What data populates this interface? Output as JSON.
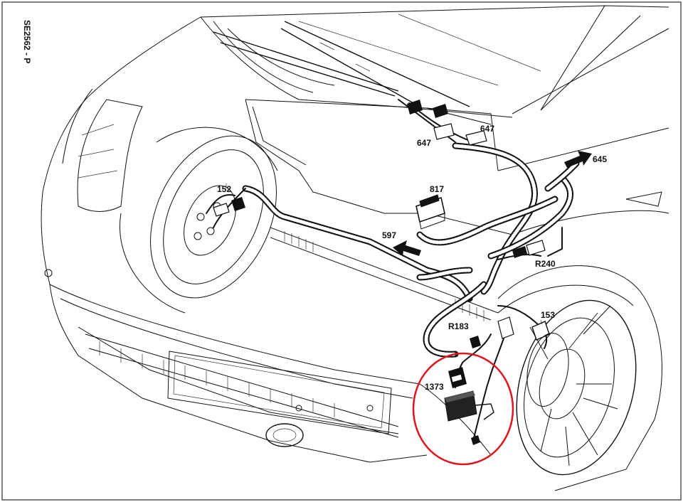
{
  "figure_code": "SE2562 - P",
  "callouts": {
    "c647a": "647",
    "c647b": "647",
    "c645": "645",
    "c817": "817",
    "c597": "597",
    "c152": "152",
    "cR240": "R240",
    "c153": "153",
    "cR183": "R183",
    "c1373": "1373"
  },
  "colors": {
    "line": "#111111",
    "highlight": "#e0141e",
    "background": "#ffffff"
  }
}
